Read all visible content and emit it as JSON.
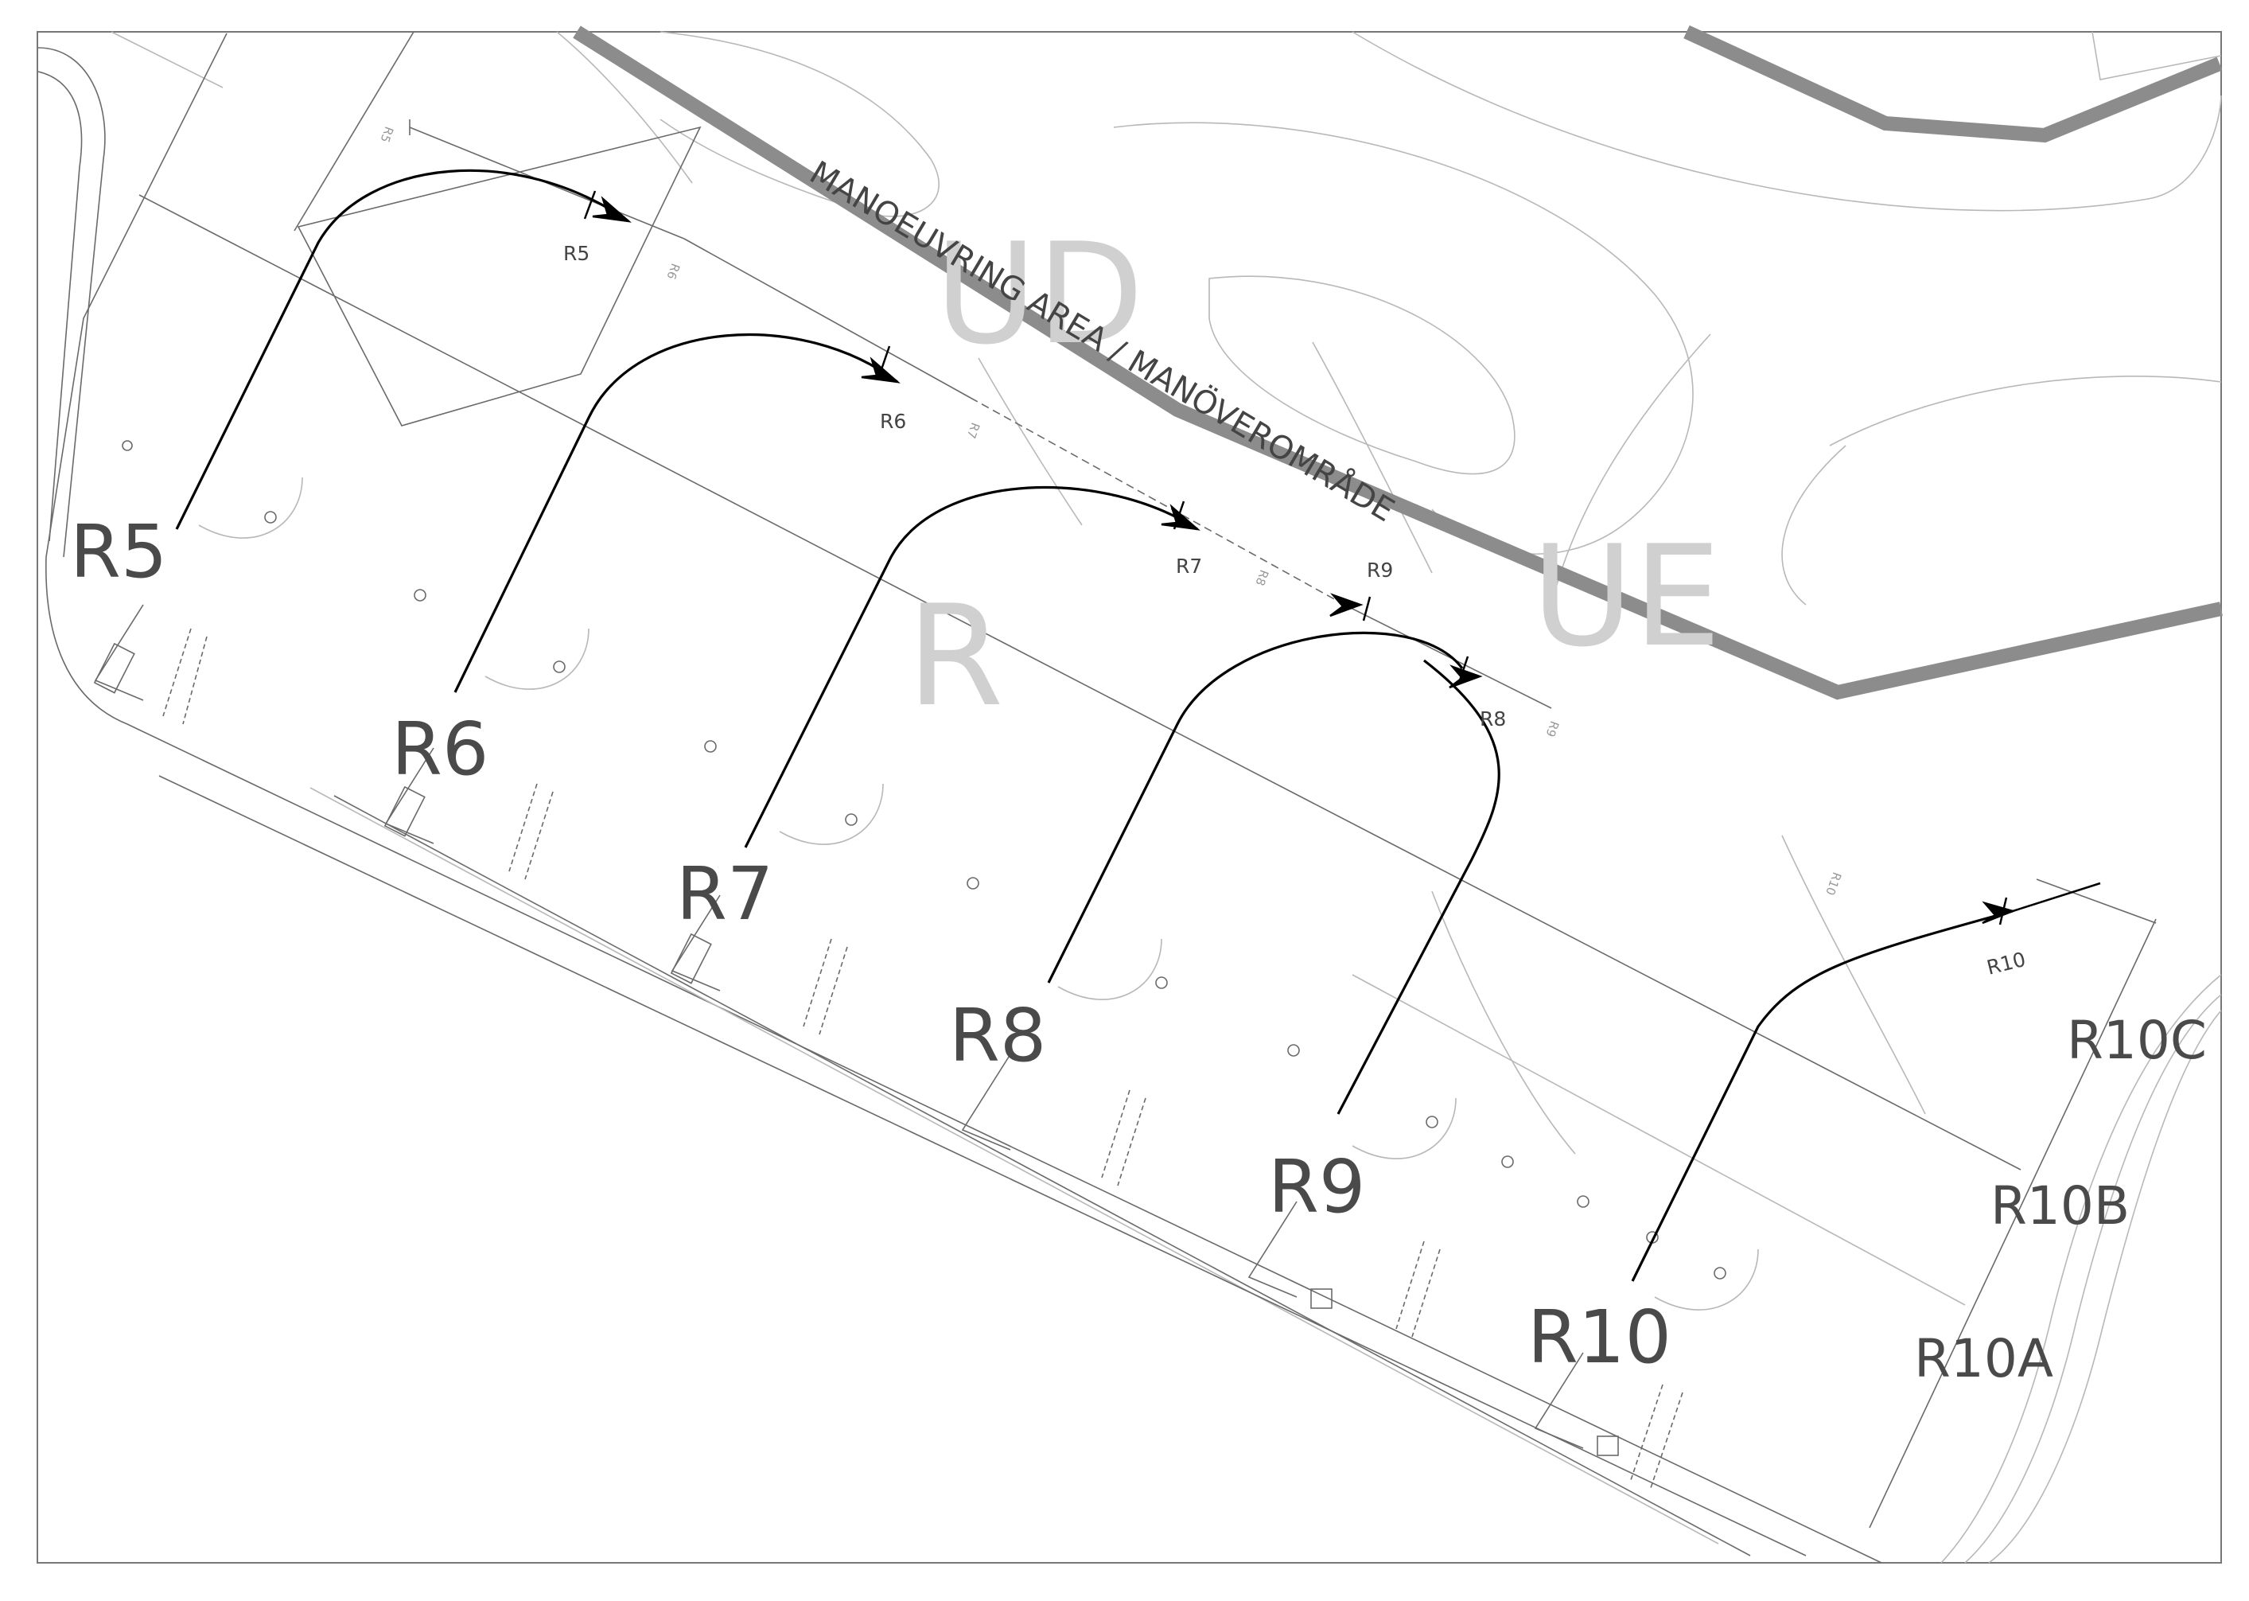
{
  "colors": {
    "line": "#6a6a6a",
    "light": "#b8b8b8",
    "road": "#8c8c8c",
    "path": "#000000",
    "zone": "#d0d0d0",
    "label": "#4a4a4a"
  },
  "area_label": "MANOEUVRING AREA / MANÖVEROMRÅDE",
  "zones": {
    "ud": "UD",
    "ue": "UE",
    "r": "R"
  },
  "stands": {
    "r5": "R5",
    "r6": "R6",
    "r7": "R7",
    "r8": "R8",
    "r9": "R9",
    "r10": "R10",
    "r10a": "R10A",
    "r10b": "R10B",
    "r10c": "R10C"
  },
  "path_labels": {
    "r5": "R5",
    "r6": "R6",
    "r7": "R7",
    "r8": "R8",
    "r9": "R9",
    "r10": "R10"
  },
  "small_tags": {
    "r5": "R5",
    "r6": "R6",
    "r7": "R7",
    "r8": "R8",
    "r9": "R9",
    "r10": "R10"
  }
}
